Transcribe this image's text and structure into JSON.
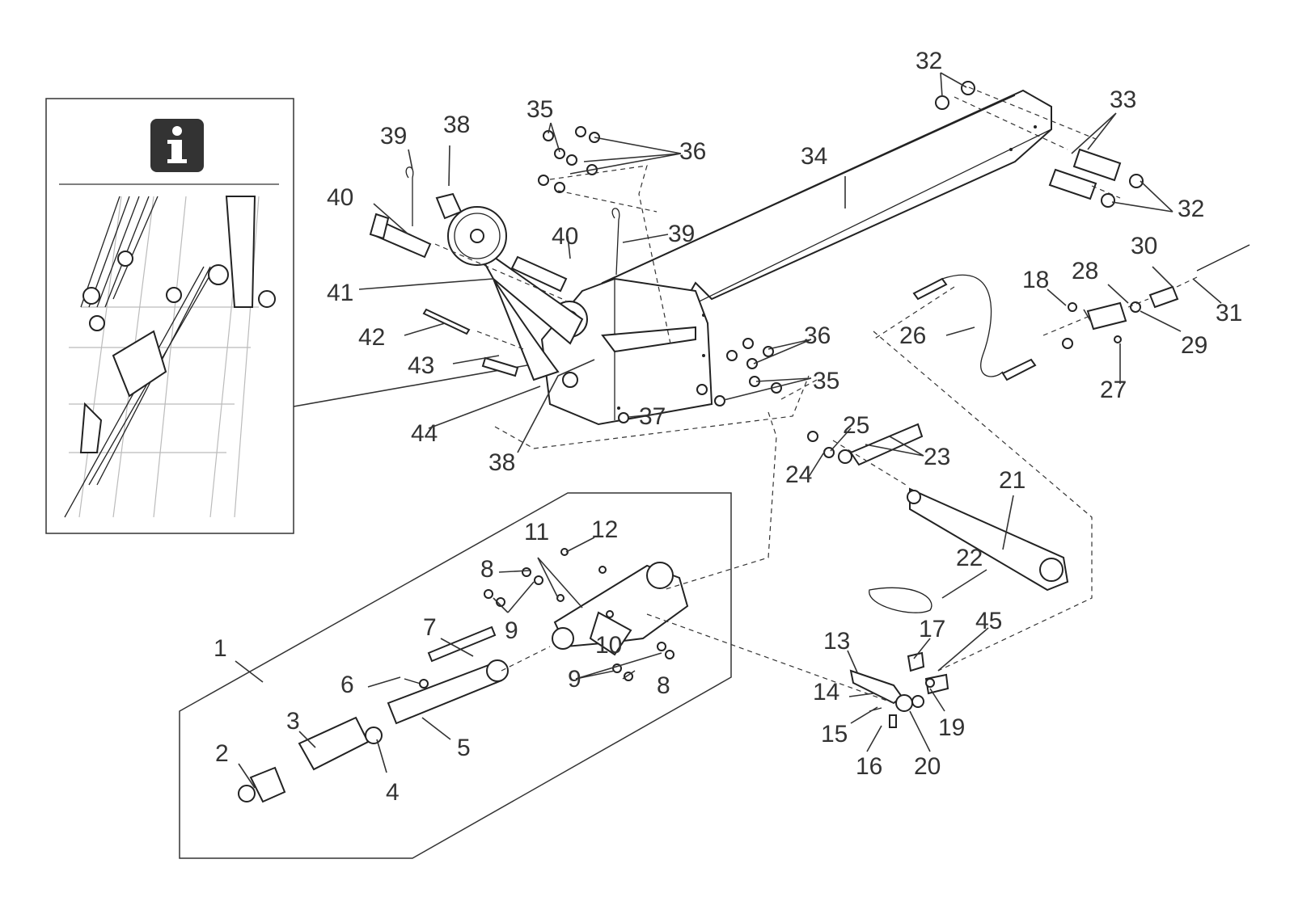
{
  "figure": {
    "info_symbol": "info-icon",
    "callouts": [
      "1",
      "2",
      "3",
      "4",
      "5",
      "6",
      "7",
      "8",
      "9",
      "10",
      "11",
      "12",
      "13",
      "14",
      "15",
      "16",
      "17",
      "18",
      "19",
      "20",
      "21",
      "22",
      "23",
      "24",
      "25",
      "26",
      "27",
      "28",
      "29",
      "30",
      "31",
      "32",
      "33",
      "34",
      "35",
      "36",
      "37",
      "38",
      "39",
      "40",
      "41",
      "42",
      "43",
      "44",
      "45"
    ],
    "labels": {
      "l1": "1",
      "l2": "2",
      "l3": "3",
      "l4": "4",
      "l5": "5",
      "l6": "6",
      "l7": "7",
      "l8a": "8",
      "l8b": "8",
      "l9a": "9",
      "l9b": "9",
      "l10": "10",
      "l11": "11",
      "l12": "12",
      "l13": "13",
      "l14": "14",
      "l15": "15",
      "l16": "16",
      "l17": "17",
      "l18": "18",
      "l19": "19",
      "l20": "20",
      "l21": "21",
      "l22": "22",
      "l23": "23",
      "l24": "24",
      "l25": "25",
      "l26": "26",
      "l27": "27",
      "l28": "28",
      "l29": "29",
      "l30": "30",
      "l31": "31",
      "l32a": "32",
      "l32b": "32",
      "l33": "33",
      "l34": "34",
      "l35a": "35",
      "l35b": "35",
      "l36a": "36",
      "l36b": "36",
      "l37": "37",
      "l38a": "38",
      "l38b": "38",
      "l39a": "39",
      "l39b": "39",
      "l40a": "40",
      "l40b": "40",
      "l41": "41",
      "l42": "42",
      "l43": "43",
      "l44": "44",
      "l45": "45"
    }
  }
}
